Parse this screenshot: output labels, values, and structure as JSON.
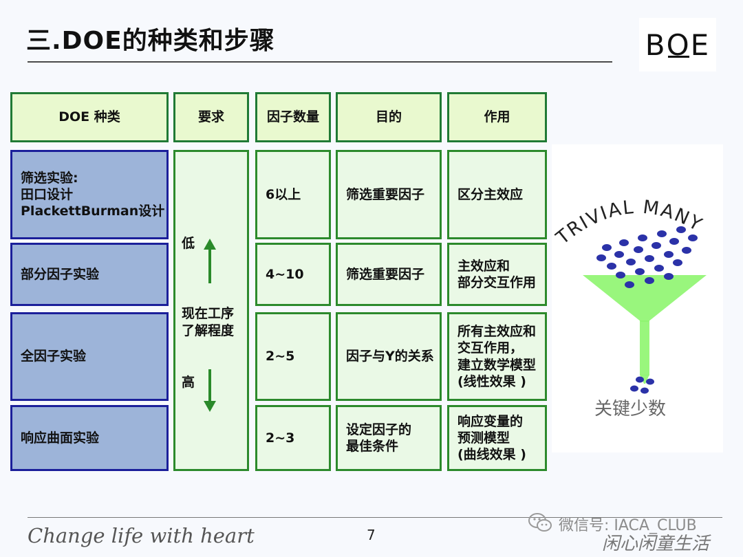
{
  "title": "三.DOE的种类和步骤",
  "logo": {
    "left": "B",
    "mid": "O",
    "right": "E"
  },
  "headers": [
    "DOE 种类",
    "要求",
    "因子数量",
    "目的",
    "作用"
  ],
  "rows": [
    {
      "type_lines": [
        "筛选实验:",
        "田口设计",
        "PlackettBurman设计"
      ],
      "count": "6以上",
      "purpose_lines": [
        "筛选重要因子"
      ],
      "effect_lines": [
        "区分主效应"
      ]
    },
    {
      "type_lines": [
        "部分因子实验"
      ],
      "count": "4~10",
      "purpose_lines": [
        "筛选重要因子"
      ],
      "effect_lines": [
        "主效应和",
        "部分交互作用"
      ]
    },
    {
      "type_lines": [
        "全因子实验"
      ],
      "count": "2~5",
      "purpose_lines": [
        "因子与Y的关系"
      ],
      "effect_lines": [
        "所有主效应和",
        "交互作用，",
        "建立数学模型",
        "(线性效果 )"
      ]
    },
    {
      "type_lines": [
        "响应曲面实验"
      ],
      "count": "2~3",
      "purpose_lines": [
        "设定因子的",
        "最佳条件"
      ],
      "effect_lines": [
        "响应变量的",
        "预测模型",
        "(曲线效果 )"
      ]
    }
  ],
  "requirement": {
    "low": "低",
    "middle_lines": [
      "现在工序",
      "了解程度"
    ],
    "high": "高"
  },
  "funnel": {
    "top_label": "TRIVIAL MANY",
    "bottom_label": "关键少数"
  },
  "footer": {
    "slogan": "Change life with heart",
    "page_number": "7",
    "wechat": "微信号: IACA_CLUB",
    "signature": "闲心闲童生活"
  }
}
